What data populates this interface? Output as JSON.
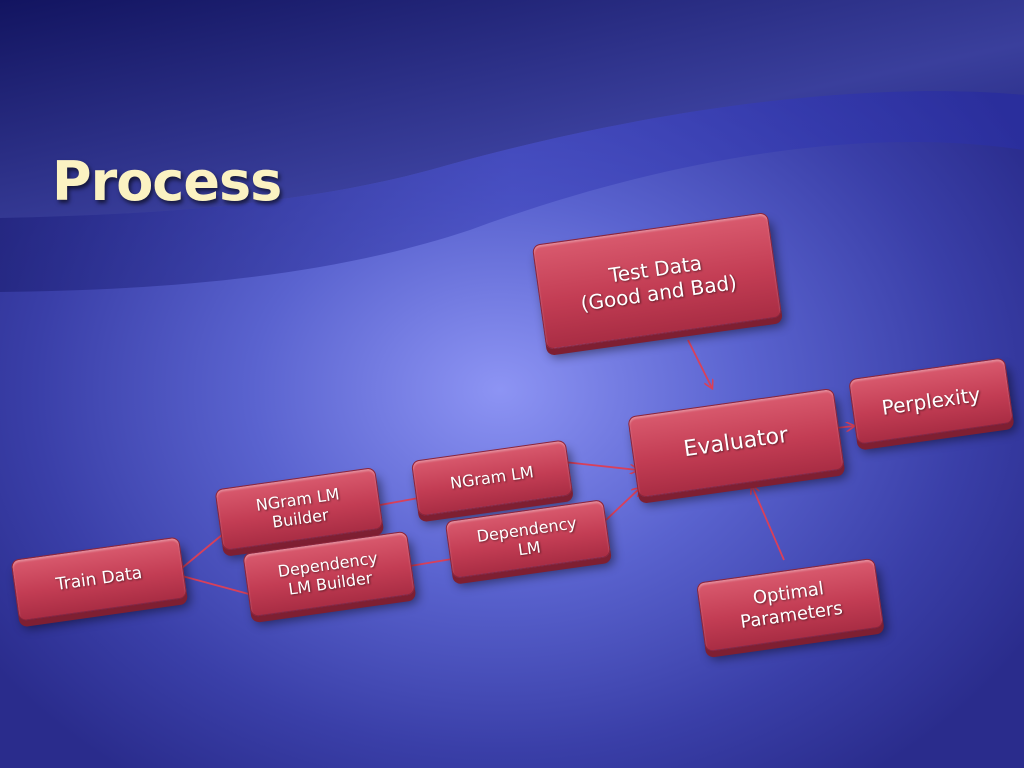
{
  "slide": {
    "title": "Process"
  },
  "boxes": {
    "test_data": {
      "line1": "Test Data",
      "line2": "(Good and Bad)"
    },
    "perplexity": {
      "label": "Perplexity"
    },
    "evaluator": {
      "label": "Evaluator"
    },
    "ngram_lm": {
      "label": "NGram LM"
    },
    "ngram_builder": {
      "line1": "NGram LM",
      "line2": "Builder"
    },
    "dependency_lm": {
      "line1": "Dependency",
      "line2": "LM"
    },
    "dependency_builder": {
      "line1": "Dependency",
      "line2": "LM Builder"
    },
    "train_data": {
      "label": "Train Data"
    },
    "optimal_parameters": {
      "line1": "Optimal",
      "line2": "Parameters"
    }
  },
  "colors": {
    "box_fill": "#c33d54",
    "arrow": "#d8405a",
    "title": "#fbf2c2"
  }
}
